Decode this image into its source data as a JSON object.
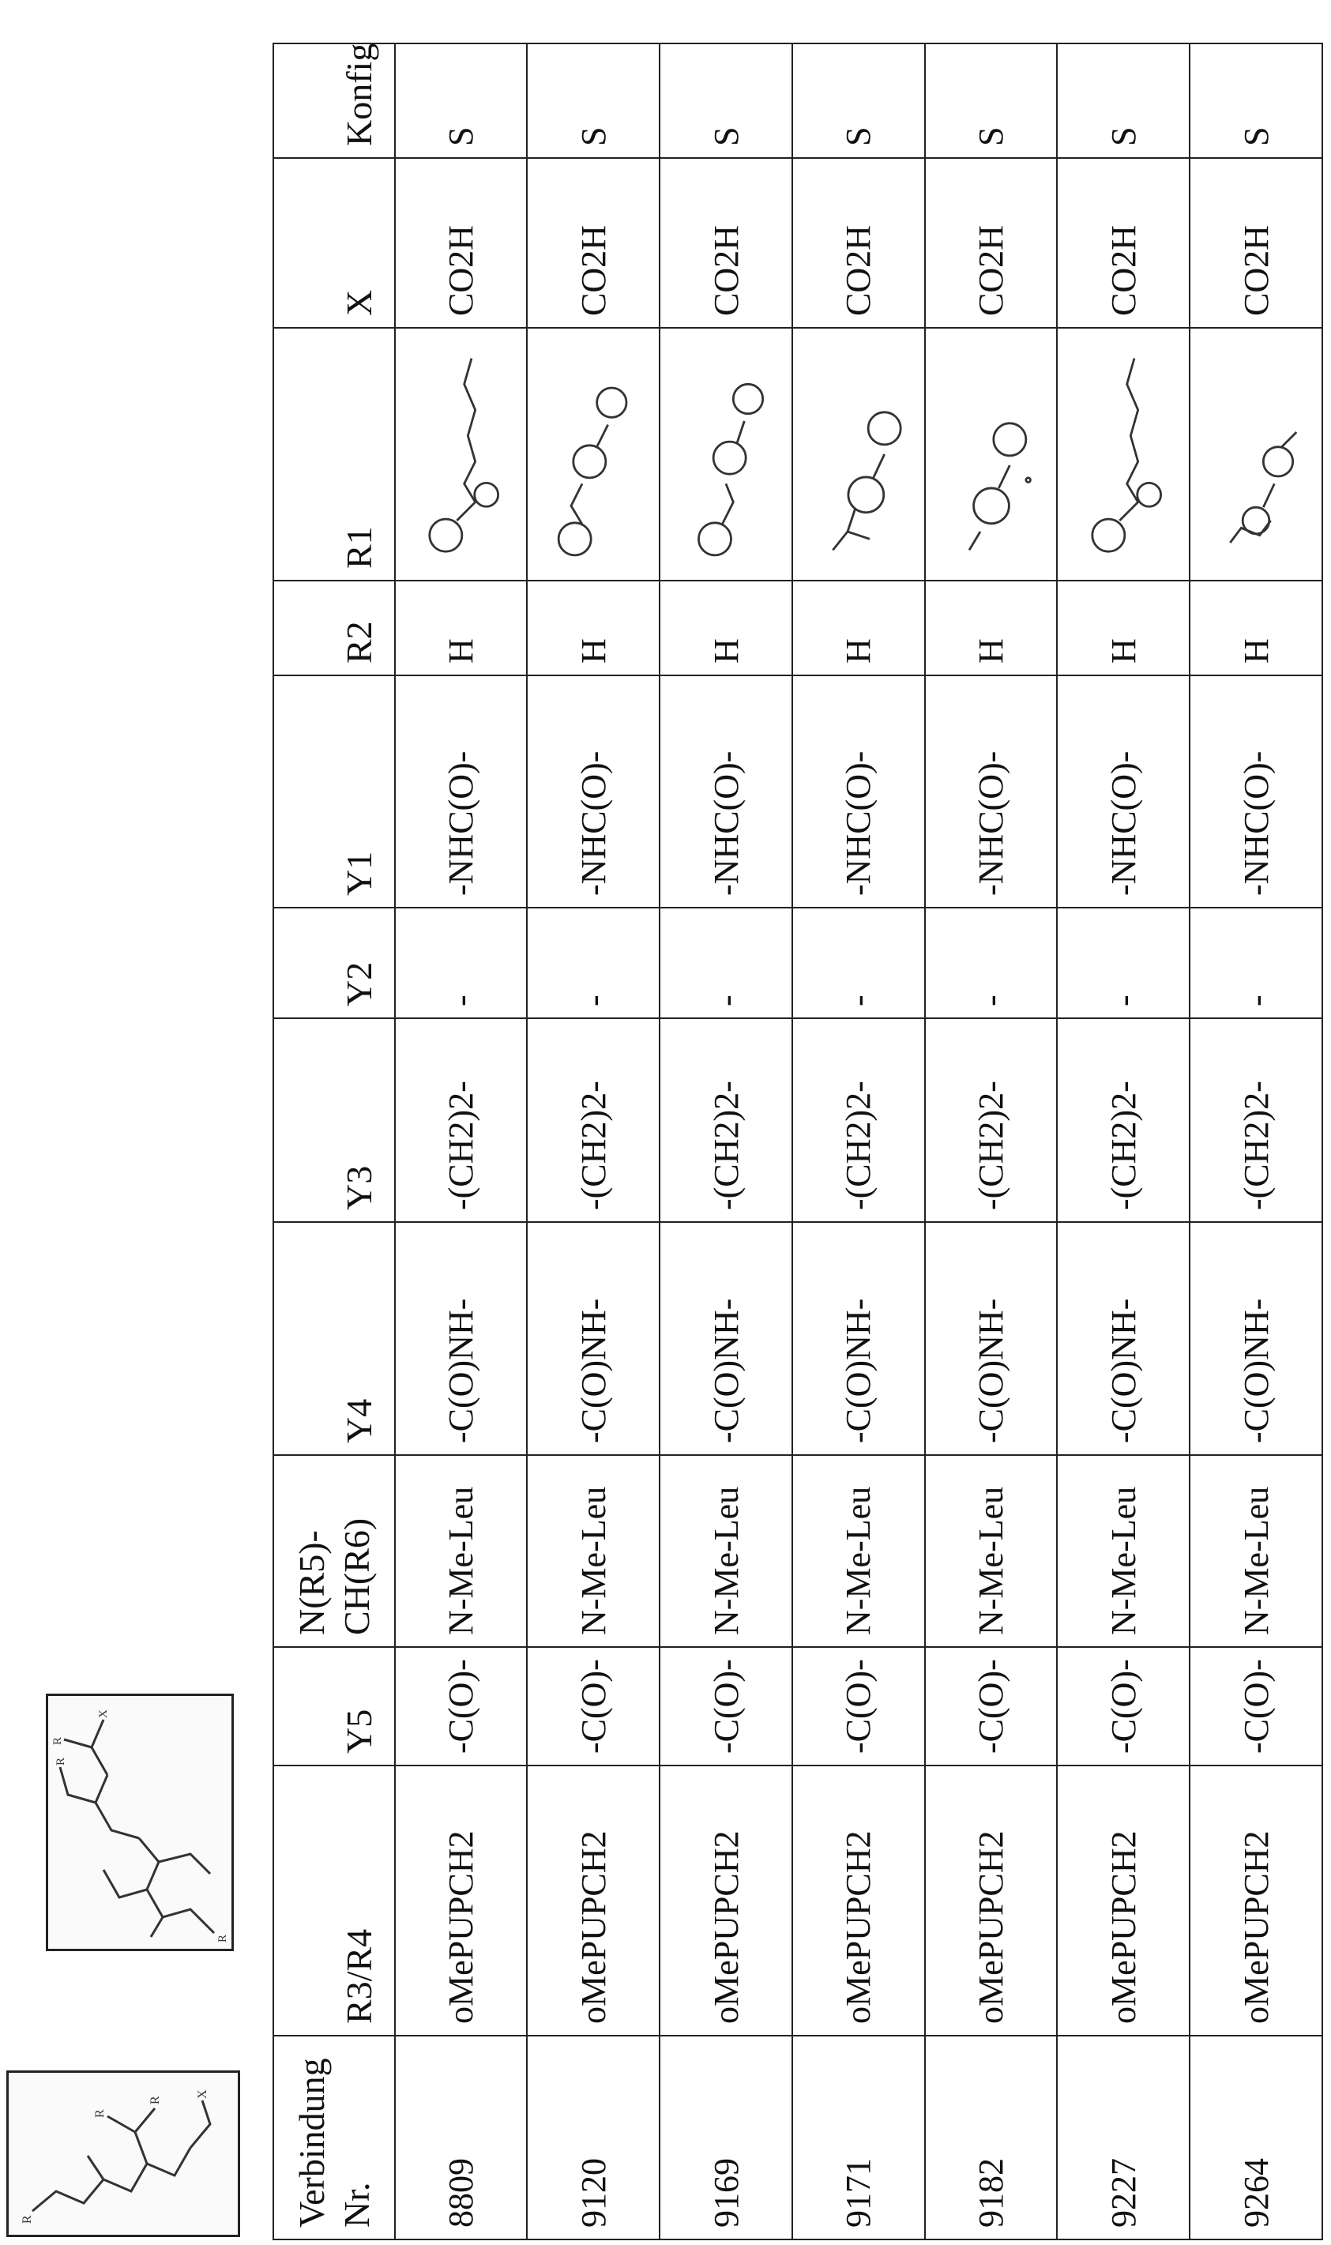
{
  "headers": {
    "nr": [
      "Verbindung",
      "Nr."
    ],
    "r3r4": "R3/R4",
    "y5": "Y5",
    "nr5": [
      "N(R5)-",
      "CH(R6)"
    ],
    "y4": "Y4",
    "y3": "Y3",
    "y2": "Y2",
    "y1": "Y1",
    "r2": "R2",
    "r1": "R1",
    "x": "X",
    "konfig": "Konfig."
  },
  "rows": [
    {
      "nr": "8809",
      "r3r4": "oMePUPCH2",
      "y5": "-C(O)-",
      "nr5": "N-Me-Leu",
      "y4": "-C(O)NH-",
      "y3": "-(CH2)2-",
      "y2": "-",
      "y1": "-NHC(O)-",
      "r2": "H",
      "x": "CO2H",
      "konfig": "S"
    },
    {
      "nr": "9120",
      "r3r4": "oMePUPCH2",
      "y5": "-C(O)-",
      "nr5": "N-Me-Leu",
      "y4": "-C(O)NH-",
      "y3": "-(CH2)2-",
      "y2": "-",
      "y1": "-NHC(O)-",
      "r2": "H",
      "x": "CO2H",
      "konfig": "S"
    },
    {
      "nr": "9169",
      "r3r4": "oMePUPCH2",
      "y5": "-C(O)-",
      "nr5": "N-Me-Leu",
      "y4": "-C(O)NH-",
      "y3": "-(CH2)2-",
      "y2": "-",
      "y1": "-NHC(O)-",
      "r2": "H",
      "x": "CO2H",
      "konfig": "S"
    },
    {
      "nr": "9171",
      "r3r4": "oMePUPCH2",
      "y5": "-C(O)-",
      "nr5": "N-Me-Leu",
      "y4": "-C(O)NH-",
      "y3": "-(CH2)2-",
      "y2": "-",
      "y1": "-NHC(O)-",
      "r2": "H",
      "x": "CO2H",
      "konfig": "S"
    },
    {
      "nr": "9182",
      "r3r4": "oMePUPCH2",
      "y5": "-C(O)-",
      "nr5": "N-Me-Leu",
      "y4": "-C(O)NH-",
      "y3": "-(CH2)2-",
      "y2": "-",
      "y1": "-NHC(O)-",
      "r2": "H",
      "x": "CO2H",
      "konfig": "S"
    },
    {
      "nr": "9227",
      "r3r4": "oMePUPCH2",
      "y5": "-C(O)-",
      "nr5": "N-Me-Leu",
      "y4": "-C(O)NH-",
      "y3": "-(CH2)2-",
      "y2": "-",
      "y1": "-NHC(O)-",
      "r2": "H",
      "x": "CO2H",
      "konfig": "S"
    },
    {
      "nr": "9264",
      "r3r4": "oMePUPCH2",
      "y5": "-C(O)-",
      "nr5": "N-Me-Leu",
      "y4": "-C(O)NH-",
      "y3": "-(CH2)2-",
      "y2": "-",
      "y1": "-NHC(O)-",
      "r2": "H",
      "x": "CO2H",
      "konfig": "S"
    }
  ]
}
